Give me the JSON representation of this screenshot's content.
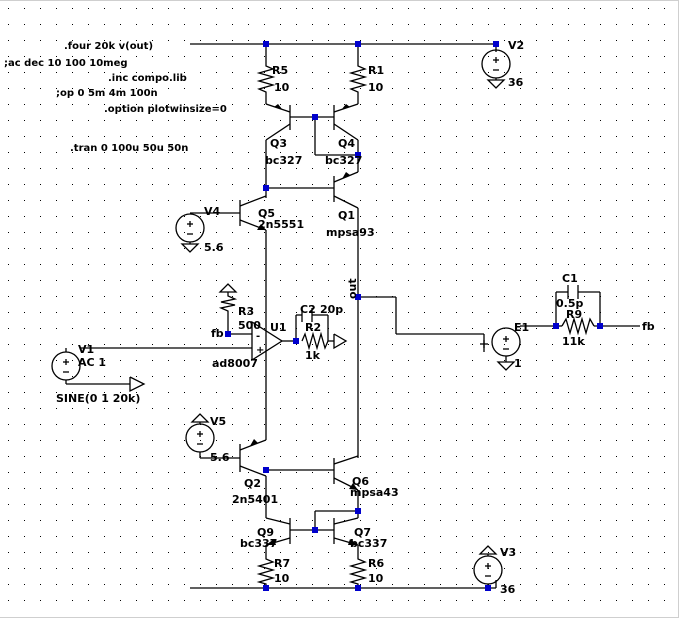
{
  "directives": [
    ".four 20k v(out)",
    ";ac dec 10 100 10meg",
    ".inc compo.lib",
    ";op 0 5m 4m 100n",
    ".option plotwinsize=0",
    ".tran 0 100u 50u 50n"
  ],
  "components": {
    "r5": {
      "name": "R5",
      "value": "10"
    },
    "r1": {
      "name": "R1",
      "value": "10"
    },
    "v2": {
      "name": "V2",
      "value": "36"
    },
    "q3": {
      "name": "Q3",
      "model": "bc327"
    },
    "q4": {
      "name": "Q4",
      "model": "bc327"
    },
    "q5": {
      "name": "Q5",
      "model": "2n5551"
    },
    "q1": {
      "name": "Q1",
      "model": "mpsa93"
    },
    "v4": {
      "name": "V4",
      "value": "5.6"
    },
    "r3": {
      "name": "R3",
      "value": "500"
    },
    "u1": {
      "name": "U1",
      "model": "ad8007"
    },
    "c2": {
      "name": "C2",
      "value": "20p"
    },
    "r2": {
      "name": "R2",
      "value": "1k"
    },
    "v1": {
      "name": "V1",
      "ac": "AC 1",
      "sine": "SINE(0 1 20k)"
    },
    "c1": {
      "name": "C1",
      "value": "0.5p"
    },
    "r9": {
      "name": "R9",
      "value": "11k"
    },
    "e1": {
      "name": "E1",
      "value": "1"
    },
    "v5": {
      "name": "V5",
      "value": "5.6"
    },
    "q2": {
      "name": "Q2",
      "model": "2n5401"
    },
    "q6": {
      "name": "Q6",
      "model": "mpsa43"
    },
    "q9": {
      "name": "Q9",
      "model": "bc337"
    },
    "q7": {
      "name": "Q7",
      "model": "bc337"
    },
    "r7": {
      "name": "R7",
      "value": "10"
    },
    "r6": {
      "name": "R6",
      "value": "10"
    },
    "v3": {
      "name": "V3",
      "value": "36"
    }
  },
  "nets": {
    "fb_in": "fb",
    "fb_out": "fb",
    "out": "out"
  },
  "colors": {
    "wire": "#000000",
    "node": "#0000cc",
    "background": "#ffffff",
    "grid": "#000000"
  }
}
